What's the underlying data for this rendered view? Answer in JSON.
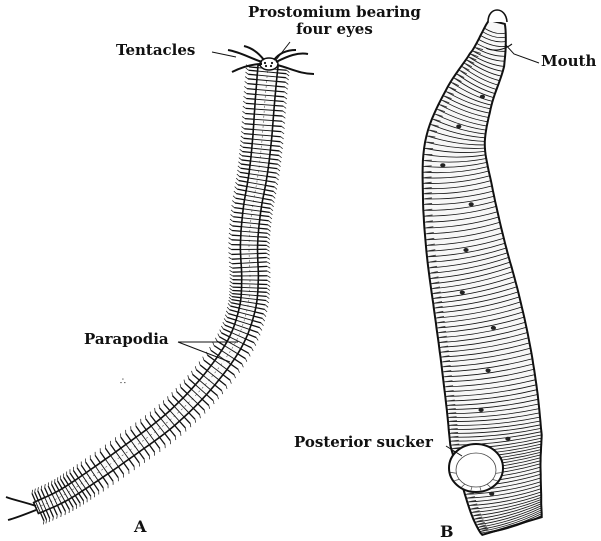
{
  "figure": {
    "panel_a": {
      "panel_label": "A",
      "labels": {
        "tentacles": "Tentacles",
        "prostomium_line1": "Prostomium bearing",
        "prostomium_line2": "four eyes",
        "parapodia": "Parapodia"
      }
    },
    "panel_b": {
      "panel_label": "B",
      "labels": {
        "mouth": "Mouth",
        "posterior_sucker": "Posterior sucker"
      }
    },
    "colors": {
      "ink": "#111111",
      "paper": "#ffffff"
    }
  }
}
